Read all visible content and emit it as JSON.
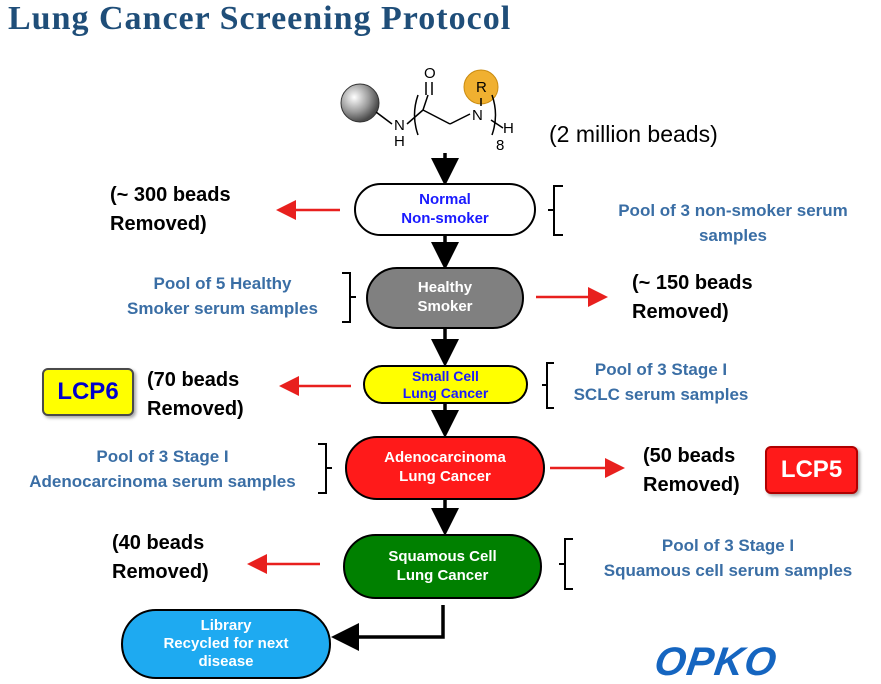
{
  "title": "Lung Cancer Screening Protocol",
  "molecule": {
    "labels": [
      "O",
      "R",
      "N",
      "H",
      "N",
      "H",
      "8"
    ],
    "bead_count": "(2 million beads)"
  },
  "steps": [
    {
      "line1": "Normal",
      "line2": "Non-smoker",
      "text_color": "#1a1aff",
      "fill": "#ffffff"
    },
    {
      "line1": "Healthy",
      "line2": "Smoker",
      "text_color": "#ffffff",
      "fill": "#808080"
    },
    {
      "line1": "Small Cell",
      "line2": "Lung Cancer",
      "text_color": "#1a1aff",
      "fill": "#ffff00"
    },
    {
      "line1": "Adenocarcinoma",
      "line2": "Lung Cancer",
      "text_color": "#ffffff",
      "fill": "#ff1a1a"
    },
    {
      "line1": "Squamous Cell",
      "line2": "Lung Cancer",
      "text_color": "#ffffff",
      "fill": "#008000"
    }
  ],
  "library": {
    "line1": "Library",
    "line2": "Recycled for next",
    "line3": "disease",
    "fill": "#1eaaf1"
  },
  "removed": [
    {
      "line1": "(~ 300 beads",
      "line2": "Removed)"
    },
    {
      "line1": "(~ 150 beads",
      "line2": "Removed)"
    },
    {
      "line1": "(70 beads",
      "line2": "Removed)"
    },
    {
      "line1": "(50 beads",
      "line2": "Removed)"
    },
    {
      "line1": "(40 beads",
      "line2": "Removed)"
    }
  ],
  "pools": [
    {
      "line1": "Pool of 3 non-smoker serum",
      "line2": "samples"
    },
    {
      "line1": "Pool of 5 Healthy",
      "line2": "Smoker serum samples"
    },
    {
      "line1": "Pool of 3 Stage I",
      "line2": "SCLC serum samples"
    },
    {
      "line1": "Pool of 3 Stage I",
      "line2": "Adenocarcinoma serum samples"
    },
    {
      "line1": "Pool of 3 Stage I",
      "line2": "Squamous cell serum samples"
    }
  ],
  "badges": {
    "lcp6": {
      "label": "LCP6",
      "fill": "#ffff00",
      "text_color": "#0000cc"
    },
    "lcp5": {
      "label": "LCP5",
      "fill": "#ff1a1a",
      "text_color": "#ffffff"
    }
  },
  "logo": "OPKO",
  "colors": {
    "title": "#1f4e79",
    "pool_text": "#3a6ea5",
    "arrow_red": "#e8201e",
    "logo": "#1565c0"
  }
}
